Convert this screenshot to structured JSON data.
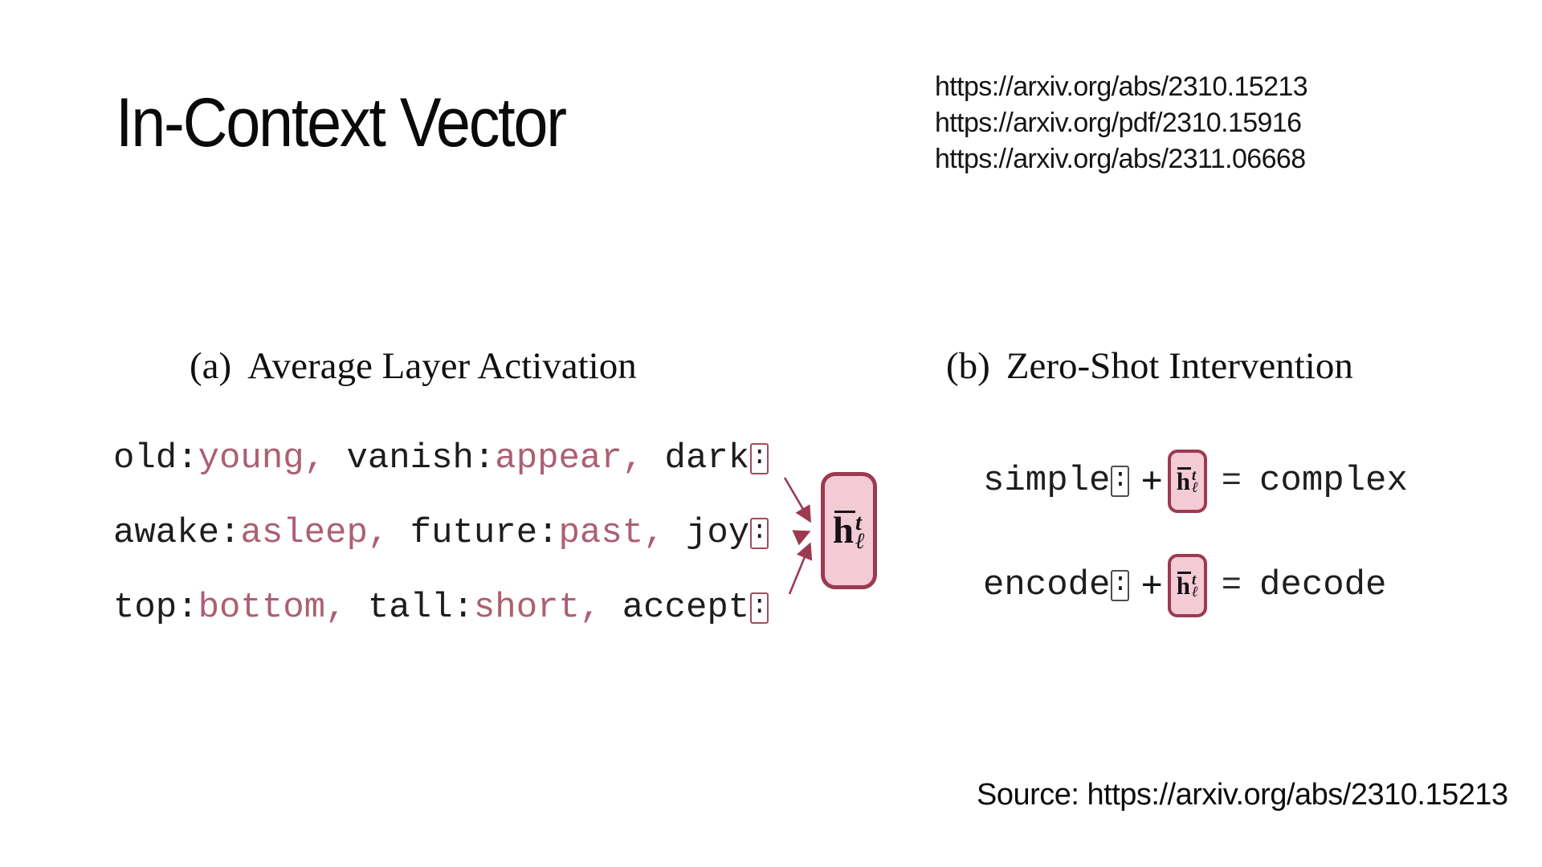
{
  "slide": {
    "title": "In-Context Vector",
    "reference_links": [
      "https://arxiv.org/abs/2310.15213",
      "https://arxiv.org/pdf/2310.15916",
      "https://arxiv.org/abs/2311.06668"
    ],
    "source_note": "Source: https://arxiv.org/abs/2310.15213"
  },
  "figure": {
    "colon": ":",
    "vector_symbol": {
      "base": "h",
      "bar_over_base": true,
      "sup": "t",
      "sub": "ℓ"
    },
    "panel_a": {
      "tag": "(a)",
      "caption": "Average Layer Activation",
      "lines": [
        {
          "segments": [
            {
              "t": "old:",
              "c": "k"
            },
            {
              "t": "young,",
              "c": "r"
            },
            {
              "t": " vanish:",
              "c": "k"
            },
            {
              "t": "appear,",
              "c": "r"
            },
            {
              "t": " dark",
              "c": "k"
            }
          ]
        },
        {
          "segments": [
            {
              "t": "awake:",
              "c": "k"
            },
            {
              "t": "asleep,",
              "c": "r"
            },
            {
              "t": " future:",
              "c": "k"
            },
            {
              "t": "past,",
              "c": "r"
            },
            {
              "t": " joy",
              "c": "k"
            }
          ]
        },
        {
          "segments": [
            {
              "t": "top:",
              "c": "k"
            },
            {
              "t": "bottom,",
              "c": "r"
            },
            {
              "t": " tall:",
              "c": "k"
            },
            {
              "t": "short,",
              "c": "r"
            },
            {
              "t": " accept",
              "c": "k"
            }
          ]
        }
      ]
    },
    "panel_b": {
      "tag": "(b)",
      "caption": "Zero-Shot Intervention",
      "plus": "+",
      "equals": "=",
      "rows": [
        {
          "input": "simple",
          "output": "complex"
        },
        {
          "input": "encode",
          "output": "decode"
        }
      ]
    },
    "colors": {
      "rose_text": "#ac5f73",
      "maroon": "#9c3a52",
      "vector_box_fill": "#f2cbd5",
      "colon_box_border_a": "#a24b60",
      "colon_box_border_b": "#4d4d4d"
    }
  }
}
